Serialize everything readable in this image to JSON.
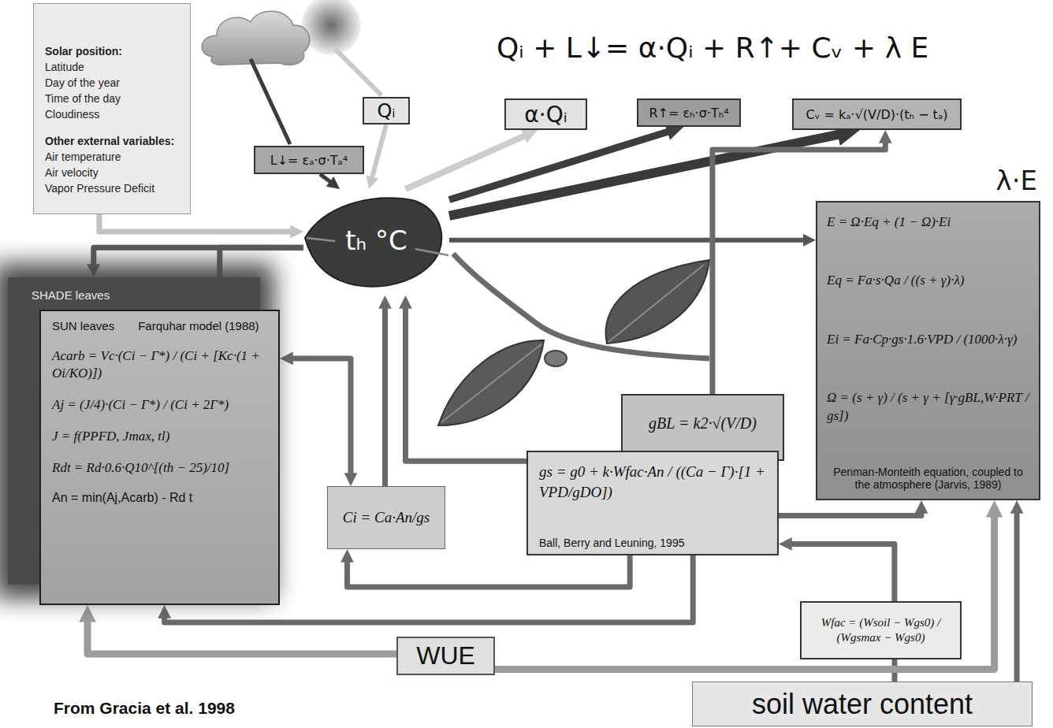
{
  "diagram": {
    "nodes": [
      {
        "text": [
          "Solar position:",
          "Latitude",
          "Day of the year",
          "Time of the day",
          "Cloudiness",
          "Other external variables:",
          "Air temperature",
          "Air velocity",
          "Vapor Pressure Deficit"
        ]
      },
      {
        "text": [
          "Qᵢ"
        ]
      },
      {
        "text": [
          "L↓= εₐ·σ·Tₐ⁴"
        ]
      },
      {
        "text": [
          "α·Qᵢ"
        ]
      },
      {
        "text": [
          "R↑= εₕ·σ·Tₕ⁴"
        ]
      },
      {
        "text": [
          "Cᵥ = kₐ·√(V/D)·(tₕ − tₐ)"
        ]
      },
      {
        "text": [
          "tₕ °C"
        ]
      },
      {
        "text": [
          "λ·E",
          "E = Ω·Eq + (1 − Ω)·Ei",
          "Eq = Fa·s·Qa / ((s + γ)·λ)",
          "Ei = Fa·Cp·gs·1.6·VPD / (1000·λ·γ)",
          "Ω = (s + γ) / (s + γ + [γ·gBL,W·PRT / gs])",
          "Penman-Monteith equation, coupled to the atmosphere (Jarvis, 1989)"
        ]
      },
      {
        "text": [
          "SHADE leaves"
        ]
      },
      {
        "text": [
          "SUN leaves",
          "Farquhar model (1988)",
          "Acarb = Vc·(Ci − Γ*) / (Ci + [Kc·(1 + Oi/KO)])",
          "Aj = (J/4)·(Ci − Γ*) / (Ci + 2Γ*)",
          "J = f(PPFD, Jmax, tl)",
          "Rdt = Rd·0.6·Q10^[(th − 25)/10]",
          "An = min(Aj,Acarb) - Rd t"
        ]
      },
      {
        "text": [
          "Ci = Ca·An/gs"
        ]
      },
      {
        "text": [
          "gBL = k2·√(V/D)"
        ]
      },
      {
        "text": [
          "gs = g0 + k·Wfac·An / ((Ca − Γ)·[1 + VPD/gDO])",
          "Ball, Berry and Leuning, 1995"
        ]
      },
      {
        "text": [
          "Wfac = (Wsoil − Wgs0) / (Wgsmax − Wgs0)"
        ]
      },
      {
        "text": [
          "WUE"
        ]
      },
      {
        "text": [
          "soil water content"
        ]
      }
    ],
    "edges": [
      {
        "from": 0,
        "to": 6,
        "arrow": "to"
      },
      {
        "from": 1,
        "to": 6,
        "arrow": "to"
      },
      {
        "from": 2,
        "to": 6,
        "arrow": "to"
      },
      {
        "from": 6,
        "to": 3,
        "arrow": "to"
      },
      {
        "from": 6,
        "to": 4,
        "arrow": "to"
      },
      {
        "from": 6,
        "to": 5,
        "arrow": "to"
      },
      {
        "from": 6,
        "to": 7,
        "arrow": "to"
      },
      {
        "from": 6,
        "to": 8,
        "arrow": "to"
      },
      {
        "from": 6,
        "to": 9,
        "arrow": "to"
      },
      {
        "from": 9,
        "to": 10,
        "arrow": "both"
      },
      {
        "from": 10,
        "to": 6,
        "arrow": "to"
      },
      {
        "from": 12,
        "to": 6,
        "arrow": "to"
      },
      {
        "from": 12,
        "to": 10,
        "arrow": "to"
      },
      {
        "from": 12,
        "to": 9,
        "arrow": "to"
      },
      {
        "from": 11,
        "to": 5,
        "arrow": "to"
      },
      {
        "from": 12,
        "to": 7,
        "arrow": "to"
      },
      {
        "from": 13,
        "to": 12,
        "arrow": "to"
      },
      {
        "from": 15,
        "to": 13,
        "arrow": "none"
      },
      {
        "from": 15,
        "to": 7,
        "arrow": "to"
      },
      {
        "from": 14,
        "to": 9,
        "arrow": "to"
      },
      {
        "from": 14,
        "to": 7,
        "arrow": "to"
      }
    ],
    "labels": [
      "Qᵢ + L↓= α·Qᵢ + R↑+ Cᵥ + λ E",
      "From Gracia et al. 1998"
    ]
  }
}
